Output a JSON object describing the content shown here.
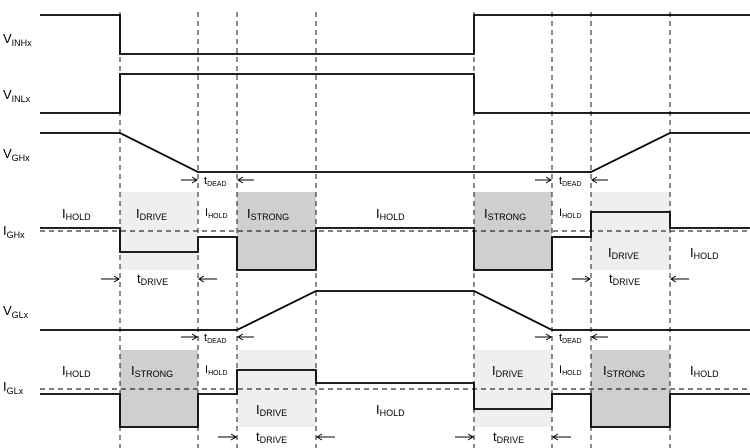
{
  "signals": [
    {
      "main": "V",
      "sub": "INHx"
    },
    {
      "main": "V",
      "sub": "INLx"
    },
    {
      "main": "V",
      "sub": "GHx"
    },
    {
      "main": "I",
      "sub": "GHx"
    },
    {
      "main": "V",
      "sub": "GLx"
    },
    {
      "main": "I",
      "sub": "GLx"
    }
  ],
  "currents": {
    "hold": {
      "main": "I",
      "sub": "HOLD"
    },
    "drive": {
      "main": "I",
      "sub": "DRIVE"
    },
    "strong": {
      "main": "I",
      "sub": "STRONG"
    }
  },
  "timing": {
    "dead": {
      "main": "t",
      "sub": "DEAD"
    },
    "drive": {
      "main": "t",
      "sub": "DRIVE"
    }
  }
}
